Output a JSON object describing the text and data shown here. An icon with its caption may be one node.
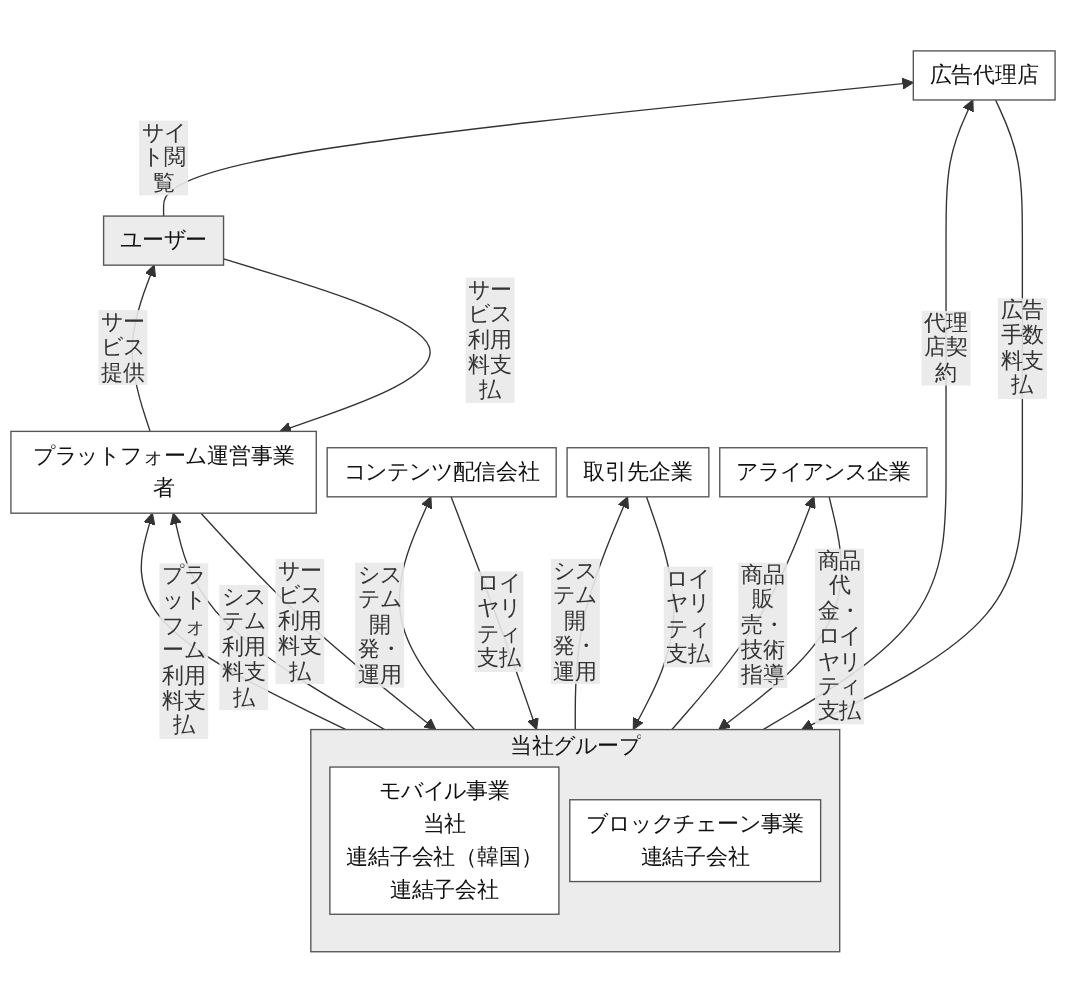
{
  "diagram": {
    "nodes": [
      {
        "text": [
          "ユーザー"
        ]
      },
      {
        "text": [
          "プラットフォーム運営事業者"
        ]
      },
      {
        "text": [
          "広告代理店"
        ]
      },
      {
        "text": [
          "コンテンツ配信会社"
        ]
      },
      {
        "text": [
          "取引先企業"
        ]
      },
      {
        "text": [
          "アライアンス企業"
        ]
      },
      {
        "text": [
          "当社グループ"
        ]
      },
      {
        "text": [
          "モバイル事業",
          "当社",
          "連結子会社（韓国）",
          "連結子会社"
        ],
        "in": 6
      },
      {
        "text": [
          "ブロックチェーン事業",
          "連結子会社"
        ],
        "in": 6
      }
    ],
    "edges": [
      {
        "from": 0,
        "to": 1,
        "arrow": "to",
        "label": "サービス利用料支払"
      },
      {
        "from": 0,
        "to": 2,
        "arrow": "to",
        "label": "サイト閲覧"
      },
      {
        "from": 1,
        "to": 6,
        "arrow": "to",
        "label": "サービス利用料支払"
      },
      {
        "from": 1,
        "to": 0,
        "arrow": "to",
        "label": "サービス提供"
      },
      {
        "from": 6,
        "to": 1,
        "arrow": "to",
        "label": "プラットフォーム利用料支払"
      },
      {
        "from": 6,
        "to": 1,
        "arrow": "to",
        "label": "システム利用料支払"
      },
      {
        "from": 6,
        "to": 2,
        "arrow": "to",
        "label": "代理店契約"
      },
      {
        "from": 2,
        "to": 6,
        "arrow": "to",
        "label": "広告手数料支払"
      },
      {
        "from": 6,
        "to": 3,
        "arrow": "to",
        "label": "システム開発・運用"
      },
      {
        "from": 3,
        "to": 6,
        "arrow": "to",
        "label": "ロイヤリティ支払"
      },
      {
        "from": 6,
        "to": 4,
        "arrow": "to",
        "label": "システム開発・運用"
      },
      {
        "from": 4,
        "to": 6,
        "arrow": "to",
        "label": "ロイヤリティ支払"
      },
      {
        "from": 6,
        "to": 5,
        "arrow": "to",
        "label": "商品販売・技術指導"
      },
      {
        "from": 5,
        "to": 6,
        "arrow": "to",
        "label": "商品代金・ロイヤリティ支払"
      }
    ]
  }
}
